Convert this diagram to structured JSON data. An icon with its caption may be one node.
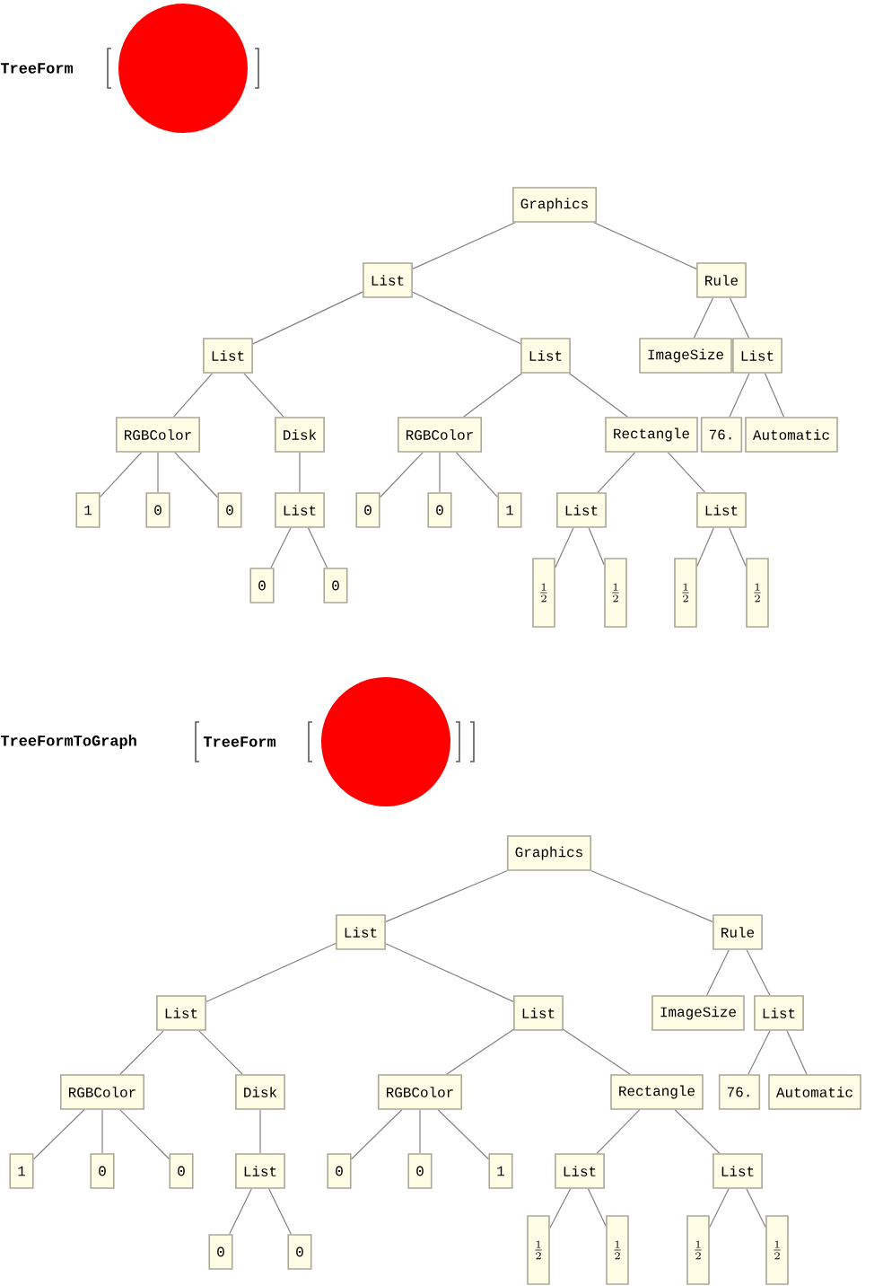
{
  "diagram": {
    "nodes": [
      {
        "text": [
          "Graphics"
        ]
      },
      {
        "text": [
          "List"
        ]
      },
      {
        "text": [
          "Rule"
        ]
      },
      {
        "text": [
          "List"
        ]
      },
      {
        "text": [
          "List"
        ]
      },
      {
        "text": [
          "ImageSize"
        ]
      },
      {
        "text": [
          "List"
        ]
      },
      {
        "text": [
          "RGBColor"
        ]
      },
      {
        "text": [
          "Disk"
        ]
      },
      {
        "text": [
          "RGBColor"
        ]
      },
      {
        "text": [
          "Rectangle"
        ]
      },
      {
        "text": [
          "76."
        ]
      },
      {
        "text": [
          "Automatic"
        ]
      },
      {
        "text": [
          "1"
        ]
      },
      {
        "text": [
          "0"
        ]
      },
      {
        "text": [
          "0"
        ]
      },
      {
        "text": [
          "List"
        ]
      },
      {
        "text": [
          "0"
        ]
      },
      {
        "text": [
          "0"
        ]
      },
      {
        "text": [
          "1"
        ]
      },
      {
        "text": [
          "List"
        ]
      },
      {
        "text": [
          "List"
        ]
      },
      {
        "text": [
          "0"
        ]
      },
      {
        "text": [
          "0"
        ]
      },
      {
        "text": [
          "\\frac{1}{2}"
        ]
      },
      {
        "text": [
          "\\frac{1}{2}"
        ]
      },
      {
        "text": [
          "\\frac{1}{2}"
        ]
      },
      {
        "text": [
          "\\frac{1}{2}"
        ]
      },
      {
        "text": [
          "Graphics"
        ]
      },
      {
        "text": [
          "List"
        ]
      },
      {
        "text": [
          "Rule"
        ]
      },
      {
        "text": [
          "List"
        ]
      },
      {
        "text": [
          "List"
        ]
      },
      {
        "text": [
          "ImageSize"
        ]
      },
      {
        "text": [
          "List"
        ]
      },
      {
        "text": [
          "RGBColor"
        ]
      },
      {
        "text": [
          "Disk"
        ]
      },
      {
        "text": [
          "RGBColor"
        ]
      },
      {
        "text": [
          "Rectangle"
        ]
      },
      {
        "text": [
          "76."
        ]
      },
      {
        "text": [
          "Automatic"
        ]
      },
      {
        "text": [
          "1"
        ]
      },
      {
        "text": [
          "0"
        ]
      },
      {
        "text": [
          "0"
        ]
      },
      {
        "text": [
          "List"
        ]
      },
      {
        "text": [
          "0"
        ]
      },
      {
        "text": [
          "0"
        ]
      },
      {
        "text": [
          "1"
        ]
      },
      {
        "text": [
          "List"
        ]
      },
      {
        "text": [
          "List"
        ]
      },
      {
        "text": [
          "0"
        ]
      },
      {
        "text": [
          "0"
        ]
      },
      {
        "text": [
          "\\frac{1}{2}"
        ]
      },
      {
        "text": [
          "\\frac{1}{2}"
        ]
      },
      {
        "text": [
          "\\frac{1}{2}"
        ]
      },
      {
        "text": [
          "\\frac{1}{2}"
        ]
      }
    ],
    "edges": [
      {
        "from": 0,
        "to": 1,
        "arrow": "none"
      },
      {
        "from": 0,
        "to": 2,
        "arrow": "none"
      },
      {
        "from": 1,
        "to": 3,
        "arrow": "none"
      },
      {
        "from": 1,
        "to": 4,
        "arrow": "none"
      },
      {
        "from": 2,
        "to": 5,
        "arrow": "none"
      },
      {
        "from": 2,
        "to": 6,
        "arrow": "none"
      },
      {
        "from": 3,
        "to": 7,
        "arrow": "none"
      },
      {
        "from": 3,
        "to": 8,
        "arrow": "none"
      },
      {
        "from": 4,
        "to": 9,
        "arrow": "none"
      },
      {
        "from": 4,
        "to": 10,
        "arrow": "none"
      },
      {
        "from": 6,
        "to": 11,
        "arrow": "none"
      },
      {
        "from": 6,
        "to": 12,
        "arrow": "none"
      },
      {
        "from": 7,
        "to": 13,
        "arrow": "none"
      },
      {
        "from": 7,
        "to": 14,
        "arrow": "none"
      },
      {
        "from": 7,
        "to": 15,
        "arrow": "none"
      },
      {
        "from": 8,
        "to": 16,
        "arrow": "none"
      },
      {
        "from": 9,
        "to": 17,
        "arrow": "none"
      },
      {
        "from": 9,
        "to": 18,
        "arrow": "none"
      },
      {
        "from": 9,
        "to": 19,
        "arrow": "none"
      },
      {
        "from": 10,
        "to": 20,
        "arrow": "none"
      },
      {
        "from": 10,
        "to": 21,
        "arrow": "none"
      },
      {
        "from": 16,
        "to": 22,
        "arrow": "none"
      },
      {
        "from": 16,
        "to": 23,
        "arrow": "none"
      },
      {
        "from": 20,
        "to": 24,
        "arrow": "none"
      },
      {
        "from": 20,
        "to": 25,
        "arrow": "none"
      },
      {
        "from": 21,
        "to": 26,
        "arrow": "none"
      },
      {
        "from": 21,
        "to": 27,
        "arrow": "none"
      },
      {
        "from": 28,
        "to": 29,
        "arrow": "none"
      },
      {
        "from": 28,
        "to": 30,
        "arrow": "none"
      },
      {
        "from": 29,
        "to": 31,
        "arrow": "none"
      },
      {
        "from": 29,
        "to": 32,
        "arrow": "none"
      },
      {
        "from": 30,
        "to": 33,
        "arrow": "none"
      },
      {
        "from": 30,
        "to": 34,
        "arrow": "none"
      },
      {
        "from": 31,
        "to": 35,
        "arrow": "none"
      },
      {
        "from": 31,
        "to": 36,
        "arrow": "none"
      },
      {
        "from": 32,
        "to": 37,
        "arrow": "none"
      },
      {
        "from": 32,
        "to": 38,
        "arrow": "none"
      },
      {
        "from": 34,
        "to": 39,
        "arrow": "none"
      },
      {
        "from": 34,
        "to": 40,
        "arrow": "none"
      },
      {
        "from": 35,
        "to": 41,
        "arrow": "none"
      },
      {
        "from": 35,
        "to": 42,
        "arrow": "none"
      },
      {
        "from": 35,
        "to": 43,
        "arrow": "none"
      },
      {
        "from": 36,
        "to": 44,
        "arrow": "none"
      },
      {
        "from": 37,
        "to": 45,
        "arrow": "none"
      },
      {
        "from": 37,
        "to": 46,
        "arrow": "none"
      },
      {
        "from": 37,
        "to": 47,
        "arrow": "none"
      },
      {
        "from": 38,
        "to": 48,
        "arrow": "none"
      },
      {
        "from": 38,
        "to": 49,
        "arrow": "none"
      },
      {
        "from": 44,
        "to": 50,
        "arrow": "none"
      },
      {
        "from": 44,
        "to": 51,
        "arrow": "none"
      },
      {
        "from": 48,
        "to": 52,
        "arrow": "none"
      },
      {
        "from": 48,
        "to": 53,
        "arrow": "none"
      },
      {
        "from": 49,
        "to": 54,
        "arrow": "none"
      },
      {
        "from": 49,
        "to": 55,
        "arrow": "none"
      }
    ],
    "labels": [
      "TreeForm",
      "TreeFormToGraph",
      "TreeForm"
    ]
  }
}
